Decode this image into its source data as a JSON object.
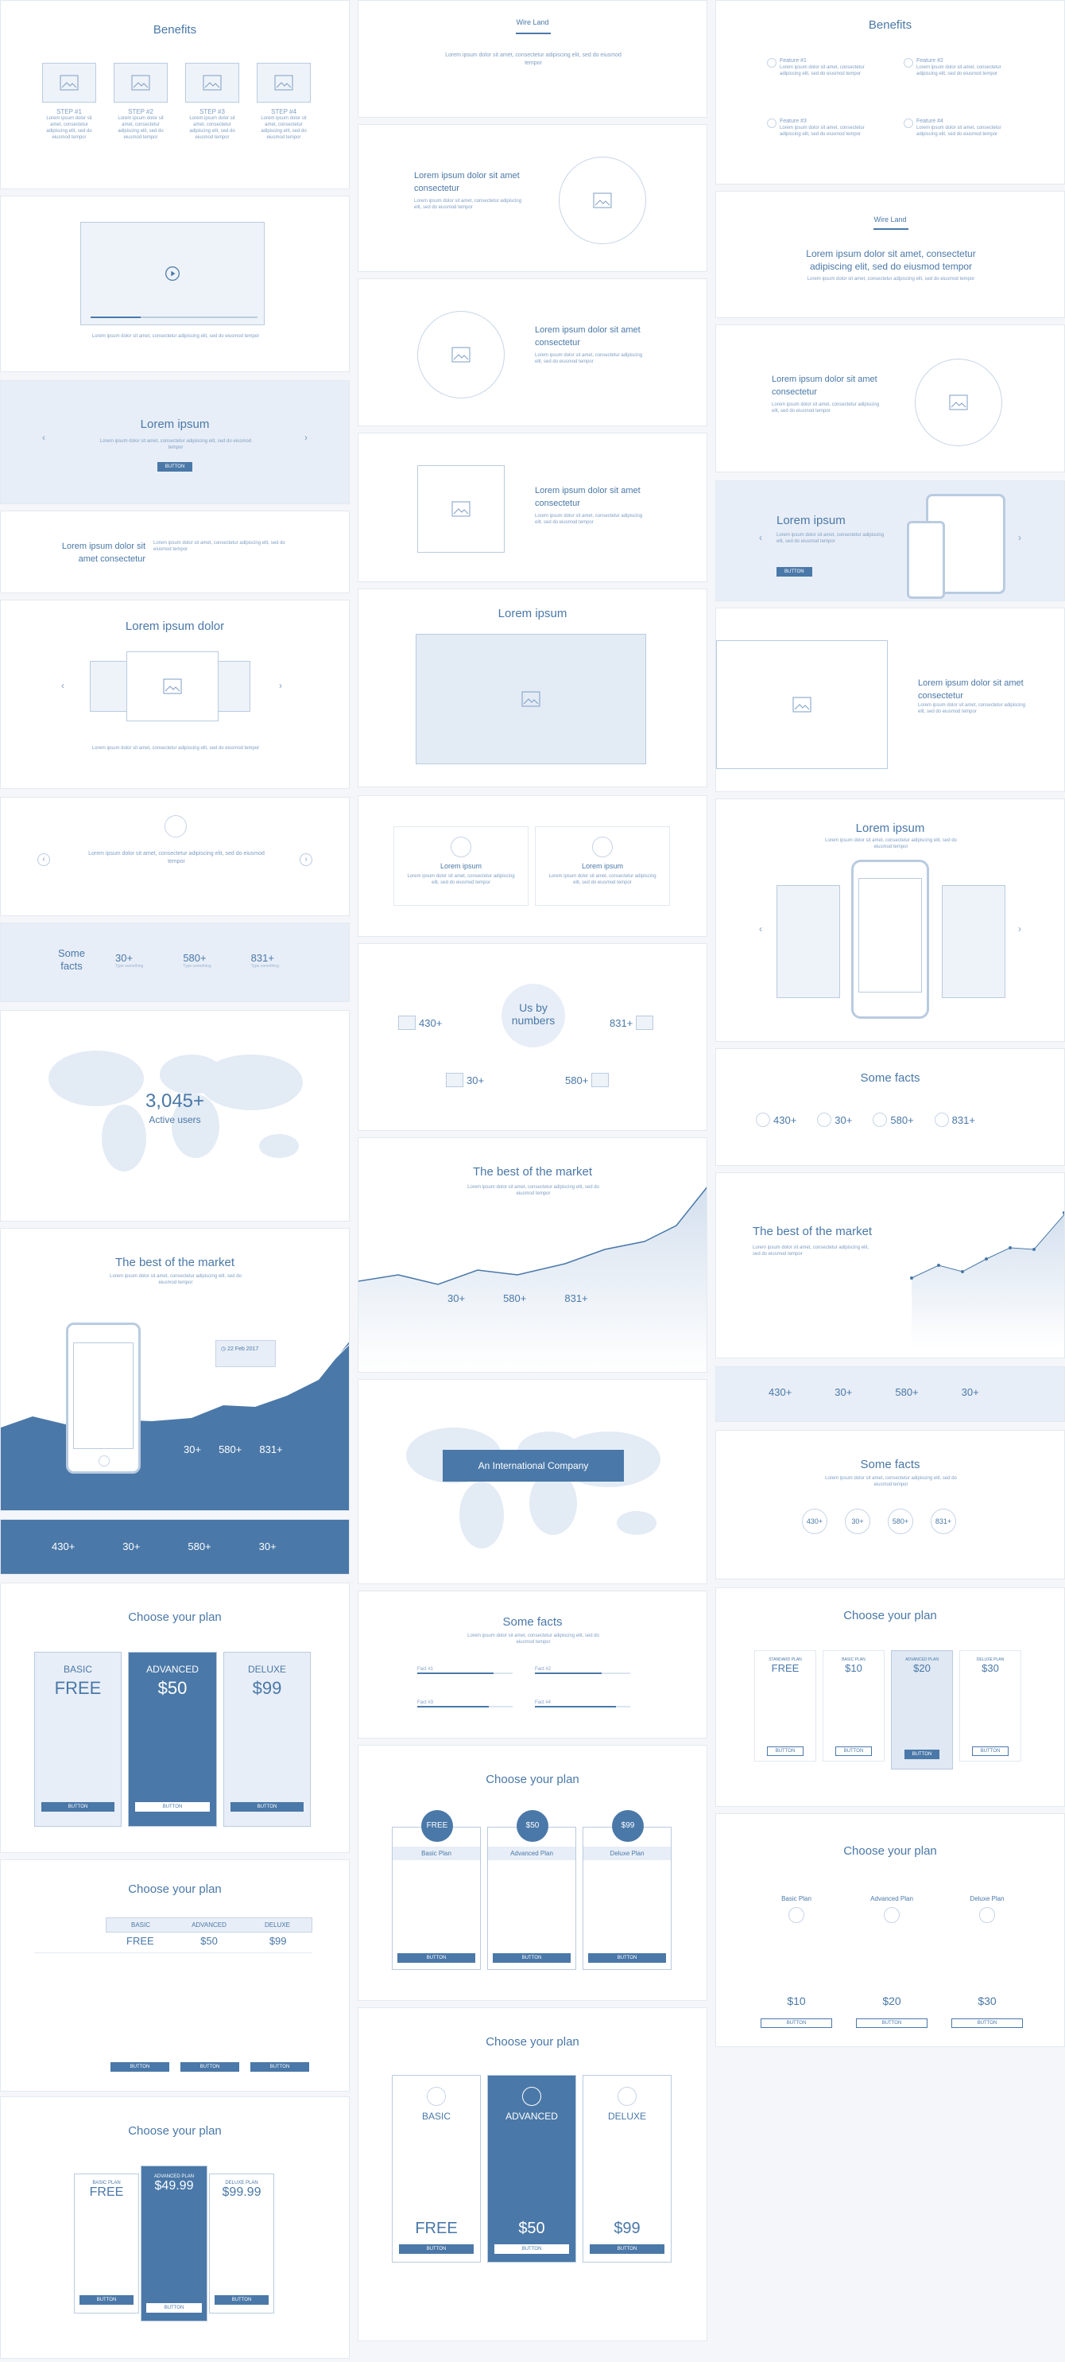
{
  "lorem_line": "Lorem ipsum dolor sit amet, consectetur adipiscing elit, sed do eiusmod tempor",
  "c1": {
    "benefits_title": "Benefits",
    "steps": [
      "STEP #1",
      "STEP #2",
      "STEP #3",
      "STEP #4"
    ],
    "slider_title": "Lorem ipsum",
    "button": "BUTTON",
    "two_col_title": "Lorem ipsum dolor sit amet consectetur",
    "carousel_title": "Lorem ipsum dolor",
    "facts_title": "Some facts",
    "facts": [
      {
        "n": "30+",
        "l": "Type something"
      },
      {
        "n": "580+",
        "l": "Type something"
      },
      {
        "n": "831+",
        "l": "Type something"
      }
    ],
    "users_count": "3,045+",
    "users_label": "Active users",
    "market_title": "The best of the market",
    "date_badge": "22 Feb 2017",
    "market_nums": [
      "30+",
      "580+",
      "831+"
    ],
    "strip_nums": [
      "430+",
      "30+",
      "580+",
      "30+"
    ],
    "plans_title": "Choose your plan",
    "plans": [
      {
        "name": "BASIC",
        "price": "FREE"
      },
      {
        "name": "ADVANCED",
        "price": "$50"
      },
      {
        "name": "DELUXE",
        "price": "$99"
      }
    ],
    "table_title": "Choose your plan",
    "table_heads": [
      "BASIC",
      "ADVANCED",
      "DELUXE"
    ],
    "table_prices": [
      "FREE",
      "$50",
      "$99"
    ],
    "plans3_title": "Choose your plan",
    "plans3": [
      {
        "name": "BASIC PLAN",
        "price": "FREE"
      },
      {
        "name": "ADVANCED PLAN",
        "price": "$49.99"
      },
      {
        "name": "DELUXE PLAN",
        "price": "$99.99"
      }
    ]
  },
  "c2": {
    "logo": "Wire Land",
    "feat_title": "Lorem ipsum dolor sit amet consectetur",
    "gallery_title": "Lorem ipsum",
    "card_title": "Lorem ipsum",
    "numbers_title": "Us by numbers",
    "numbers": [
      "430+",
      "831+",
      "30+",
      "580+"
    ],
    "market_title": "The best of the market",
    "market_nums": [
      "30+",
      "580+",
      "831+"
    ],
    "intl": "An International Company",
    "facts_title": "Some facts",
    "bars": [
      "Fact #1",
      "Fact #2",
      "Fact #3",
      "Fact #4"
    ],
    "plans_title": "Choose your plan",
    "plans": [
      {
        "badge": "FREE",
        "name": "Basic Plan"
      },
      {
        "badge": "$50",
        "name": "Advanced Plan"
      },
      {
        "badge": "$99",
        "name": "Deluxe Plan"
      }
    ],
    "plans2_title": "Choose your plan",
    "plans2": [
      {
        "name": "BASIC",
        "price": "FREE"
      },
      {
        "name": "ADVANCED",
        "price": "$50"
      },
      {
        "name": "DELUXE",
        "price": "$99"
      }
    ]
  },
  "c3": {
    "benefits_title": "Benefits",
    "features": [
      "Feature #1",
      "Feature #2",
      "Feature #3",
      "Feature #4"
    ],
    "logo": "Wire Land",
    "hero": "Lorem ipsum dolor sit amet, consectetur adipiscing elit, sed do eiusmod tempor",
    "feat_title": "Lorem ipsum dolor sit amet consectetur",
    "device_title": "Lorem ipsum",
    "app_title": "Lorem ipsum",
    "facts_title": "Some facts",
    "facts": [
      "430+",
      "30+",
      "580+",
      "831+"
    ],
    "market_title": "The best of the market",
    "strip": [
      "430+",
      "30+",
      "580+",
      "30+"
    ],
    "facts2_title": "Some facts",
    "plans_title": "Choose your plan",
    "plans": [
      {
        "name": "STANDARD PLAN",
        "price": "FREE"
      },
      {
        "name": "BASIC PLAN",
        "price": "$10"
      },
      {
        "name": "ADVANCED PLAN",
        "price": "$20"
      },
      {
        "name": "DELUXE PLAN",
        "price": "$30"
      }
    ],
    "plans2_title": "Choose your plan",
    "plans2": [
      {
        "name": "Basic Plan",
        "price": "$10"
      },
      {
        "name": "Advanced Plan",
        "price": "$20"
      },
      {
        "name": "Deluxe Plan",
        "price": "$30"
      }
    ]
  }
}
